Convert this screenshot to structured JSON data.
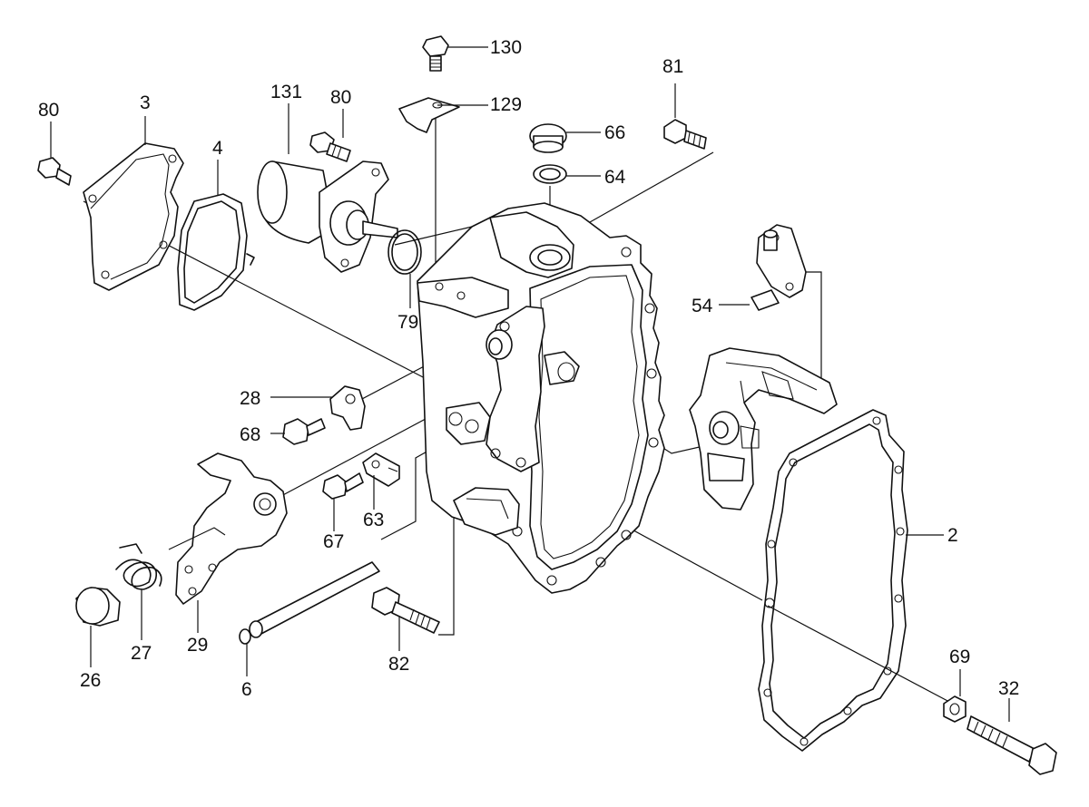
{
  "diagram": {
    "callouts": {
      "c130": "130",
      "c129": "129",
      "c66": "66",
      "c64": "64",
      "c81": "81",
      "c80a": "80",
      "c3": "3",
      "c4": "4",
      "c131": "131",
      "c80b": "80",
      "c79": "79",
      "c54": "54",
      "c28": "28",
      "c68": "68",
      "c67": "67",
      "c63": "63",
      "c2": "2",
      "c26": "26",
      "c27": "27",
      "c29": "29",
      "c6": "6",
      "c82": "82",
      "c69": "69",
      "c32": "32"
    }
  }
}
